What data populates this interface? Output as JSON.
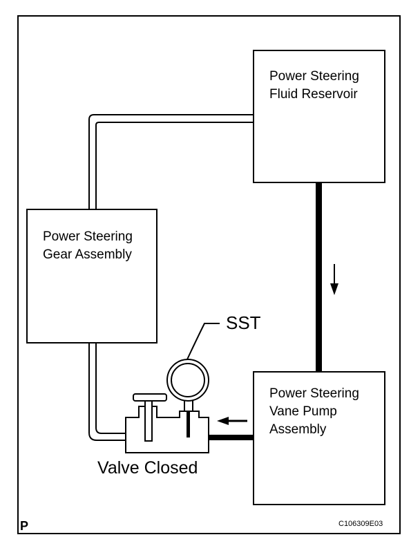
{
  "diagram": {
    "reservoir_label": "Power Steering\nFluid Reservoir",
    "gear_label": "Power Steering\nGear Assembly",
    "pump_label": "Power Steering\nVane Pump\nAssembly",
    "sst_label": "SST",
    "valve_label": "Valve Closed",
    "corner_letter": "P",
    "figure_code": "C106309E03"
  }
}
